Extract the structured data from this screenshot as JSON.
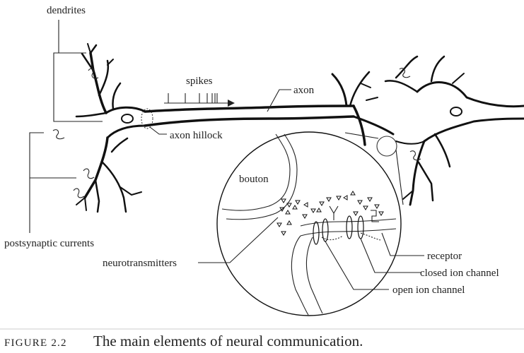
{
  "labels": {
    "dendrites": "dendrites",
    "spikes": "spikes",
    "axon": "axon",
    "axon_hillock": "axon hillock",
    "bouton": "bouton",
    "postsynaptic_currents": "postsynaptic currents",
    "neurotransmitters": "neurotransmitters",
    "receptor": "receptor",
    "closed_ion_channel": "closed ion channel",
    "open_ion_channel": "open ion channel"
  },
  "caption": {
    "number": "FIGURE 2.2",
    "text": "The main elements of neural communication."
  }
}
